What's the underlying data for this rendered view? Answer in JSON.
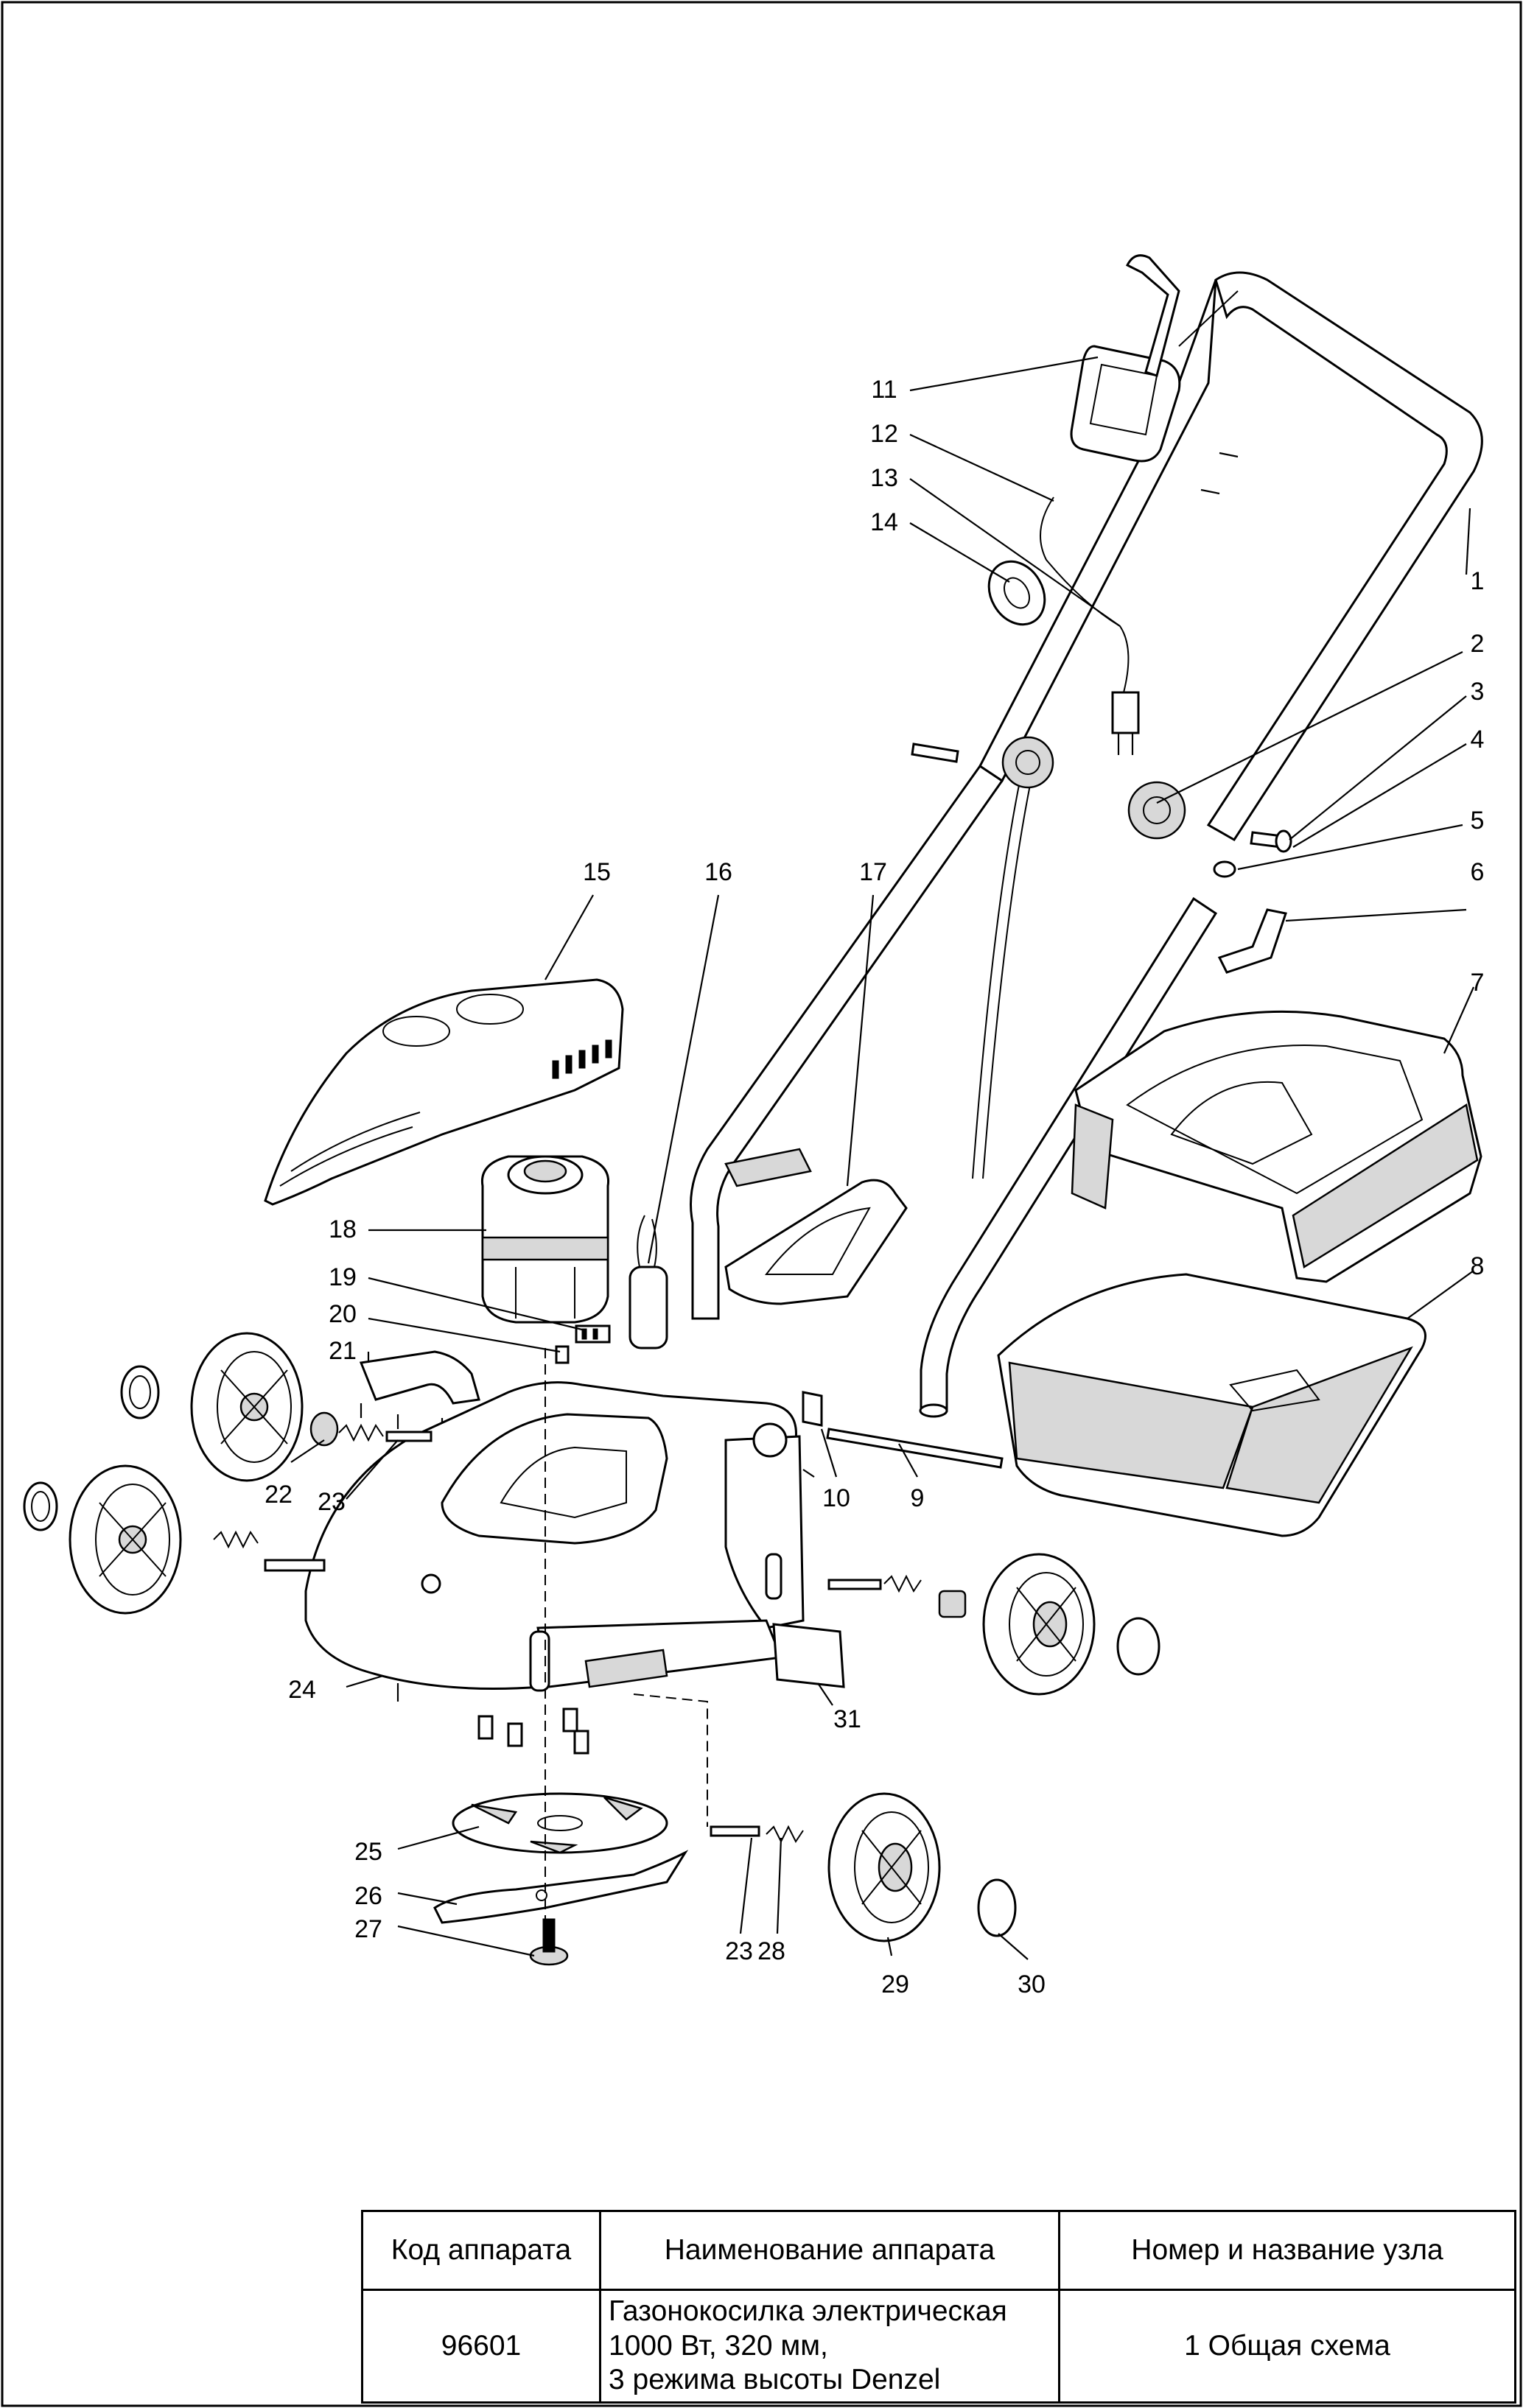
{
  "drawing": {
    "callouts": [
      {
        "id": "1",
        "text": "1"
      },
      {
        "id": "2",
        "text": "2"
      },
      {
        "id": "3",
        "text": "3"
      },
      {
        "id": "4",
        "text": "4"
      },
      {
        "id": "5",
        "text": "5"
      },
      {
        "id": "6",
        "text": "6"
      },
      {
        "id": "7",
        "text": "7"
      },
      {
        "id": "8",
        "text": "8"
      },
      {
        "id": "9",
        "text": "9"
      },
      {
        "id": "10",
        "text": "10"
      },
      {
        "id": "11",
        "text": "11"
      },
      {
        "id": "12",
        "text": "12"
      },
      {
        "id": "13",
        "text": "13"
      },
      {
        "id": "14",
        "text": "14"
      },
      {
        "id": "15",
        "text": "15"
      },
      {
        "id": "16",
        "text": "16"
      },
      {
        "id": "17",
        "text": "17"
      },
      {
        "id": "18",
        "text": "18"
      },
      {
        "id": "19",
        "text": "19"
      },
      {
        "id": "20",
        "text": "20"
      },
      {
        "id": "21",
        "text": "21"
      },
      {
        "id": "22",
        "text": "22"
      },
      {
        "id": "23a",
        "text": "23"
      },
      {
        "id": "24",
        "text": "24"
      },
      {
        "id": "25",
        "text": "25"
      },
      {
        "id": "26",
        "text": "26"
      },
      {
        "id": "27",
        "text": "27"
      },
      {
        "id": "23b",
        "text": "23"
      },
      {
        "id": "28",
        "text": "28"
      },
      {
        "id": "29",
        "text": "29"
      },
      {
        "id": "30",
        "text": "30"
      },
      {
        "id": "31",
        "text": "31"
      }
    ]
  },
  "table": {
    "headers": {
      "code": "Код аппарата",
      "name": "Наименование аппарата",
      "node": "Номер и название узла"
    },
    "row": {
      "code": "96601",
      "name_lines": [
        "Газонокосилка электрическая",
        "1000 Вт, 320 мм,",
        "3 режима высоты Denzel"
      ],
      "node": "1 Общая схема"
    }
  }
}
